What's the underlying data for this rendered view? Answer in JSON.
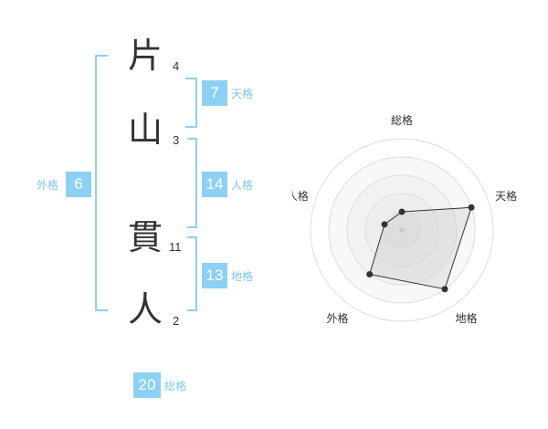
{
  "name": {
    "chars": [
      {
        "char": "片",
        "strokes": "4"
      },
      {
        "char": "山",
        "strokes": "3"
      },
      {
        "char": "貫",
        "strokes": "11"
      },
      {
        "char": "人",
        "strokes": "2"
      }
    ]
  },
  "fortunes": {
    "tenkaku": {
      "value": "7",
      "label": "天格"
    },
    "jinkaku": {
      "value": "14",
      "label": "人格"
    },
    "chikaku": {
      "value": "13",
      "label": "地格"
    },
    "gaikaku": {
      "value": "6",
      "label": "外格"
    },
    "soukaku": {
      "value": "20",
      "label": "総格"
    }
  },
  "colors": {
    "accent": "#8ed0f4",
    "label": "#7fc6ee",
    "text": "#333333"
  },
  "chart_data": {
    "type": "radar",
    "axes": [
      "総格",
      "天格",
      "地格",
      "外格",
      "人格"
    ],
    "values": [
      1,
      4,
      4,
      3,
      1
    ],
    "rmax": 5,
    "rings": 5
  }
}
